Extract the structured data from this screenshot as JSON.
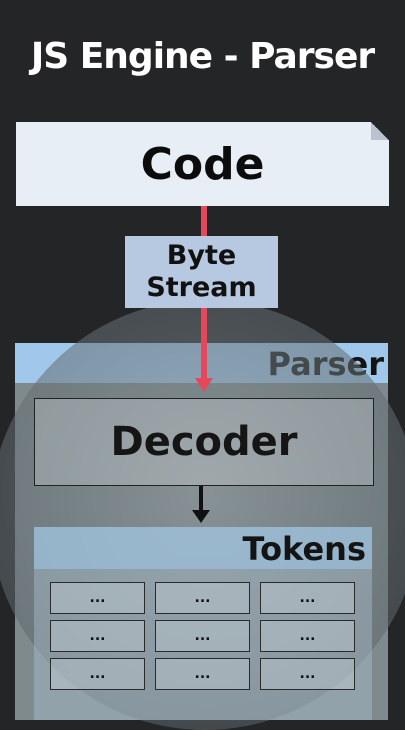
{
  "title": "JS Engine - Parser",
  "code": {
    "label": "Code"
  },
  "byte_stream": {
    "line1": "Byte",
    "line2": "Stream"
  },
  "parser": {
    "label": "Parser"
  },
  "decoder": {
    "label": "Decoder"
  },
  "tokens": {
    "label": "Tokens",
    "rows": [
      [
        "...",
        "...",
        "..."
      ],
      [
        "...",
        "...",
        "..."
      ],
      [
        "...",
        "...",
        "..."
      ]
    ]
  },
  "colors": {
    "background": "#232527",
    "accent_arrow": "#e4485a",
    "header_blue": "#9fc8ea",
    "box_light": "#e8eef6",
    "byte_box": "#b6c9e0"
  }
}
